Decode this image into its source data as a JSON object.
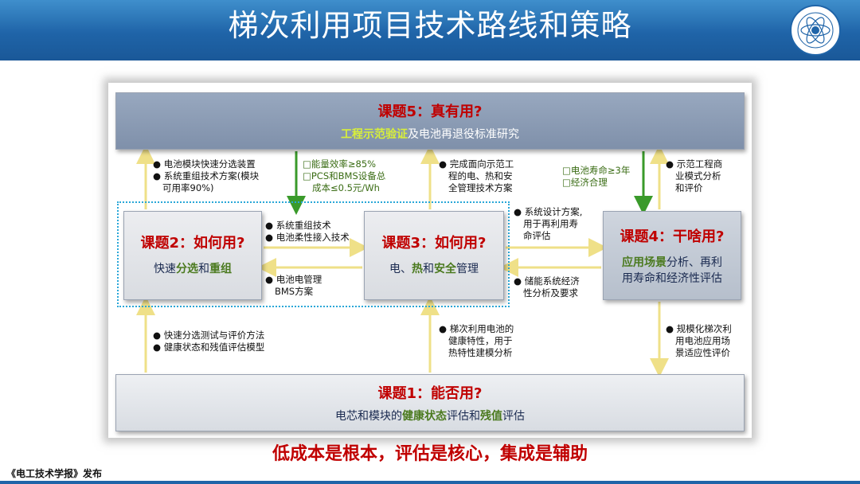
{
  "header": {
    "title": "梯次利用项目技术路线和策略"
  },
  "topic5": {
    "title": "课题5：真有用?",
    "sub_hl": "工程示范验证",
    "sub_rest": "及电池再退役标准研究"
  },
  "topic2": {
    "title": "课题2：如何用?",
    "sub_a": "快速",
    "sub_hl1": "分选",
    "sub_b": "和",
    "sub_hl2": "重组"
  },
  "topic3": {
    "title": "课题3：如何用?",
    "sub_a": "电、",
    "sub_hl1": "热",
    "sub_b": "和",
    "sub_hl2": "安全",
    "sub_c": "管理"
  },
  "topic4": {
    "title": "课题4：干啥用?",
    "line1_hl": "应用场景",
    "line1_rest": "分析、再利",
    "line2": "用寿命和经济性评估"
  },
  "topic1": {
    "title": "课题1：能否用?",
    "sub_a": "电芯和模块的",
    "sub_hl1": "健康状态",
    "sub_b": "评估和",
    "sub_hl2": "残值",
    "sub_c": "评估"
  },
  "notes": {
    "n2_up_1": "● 电池模块快速分选装置",
    "n2_up_2": "● 系统重组技术方案(模块",
    "n2_up_3": "可用率90%)",
    "n5_down_1": "□能量效率≥85%",
    "n5_down_2": "□PCS和BMS设备总",
    "n5_down_3": "成本≤0.5元/Wh",
    "n3_up_1": "● 完成面向示范工",
    "n3_up_2": "程的电、热和安",
    "n3_up_3": "全管理技术方案",
    "n5_down4_1": "□电池寿命≥3年",
    "n5_down4_2": "□经济合理",
    "n4_up_1": "● 示范工程商",
    "n4_up_2": "业模式分析",
    "n4_up_3": "和评价",
    "n23_1": "● 系统重组技术",
    "n23_2": "● 电池柔性接入技术",
    "n32_1": "● 电池电管理",
    "n32_2": "BMS方案",
    "n34_1": "● 系统设计方案,",
    "n34_2": "用于再利用寿",
    "n34_3": "命评估",
    "n43_1": "● 储能系统经济",
    "n43_2": "性分析及要求",
    "n1_2_1": "● 快速分选测试与评价方法",
    "n1_2_2": "● 健康状态和残值评估模型",
    "n1_3_1": "● 梯次利用电池的",
    "n1_3_2": "健康特性，用于",
    "n1_3_3": "热特性建模分析",
    "n4_1_1": "● 规模化梯次利",
    "n4_1_2": "用电池应用场",
    "n4_1_3": "景适应性评价"
  },
  "slogan": "低成本是根本，评估是核心，集成是辅助",
  "footer": "《电工技术学报》发布",
  "colors": {
    "header": "#1f64a8",
    "title_red": "#c00000",
    "highlight_green": "#4b7a1f",
    "arrow_yellow": "#f2e79a",
    "arrow_green": "#3a9a2a",
    "dashed_blue": "#2aa7d8"
  }
}
